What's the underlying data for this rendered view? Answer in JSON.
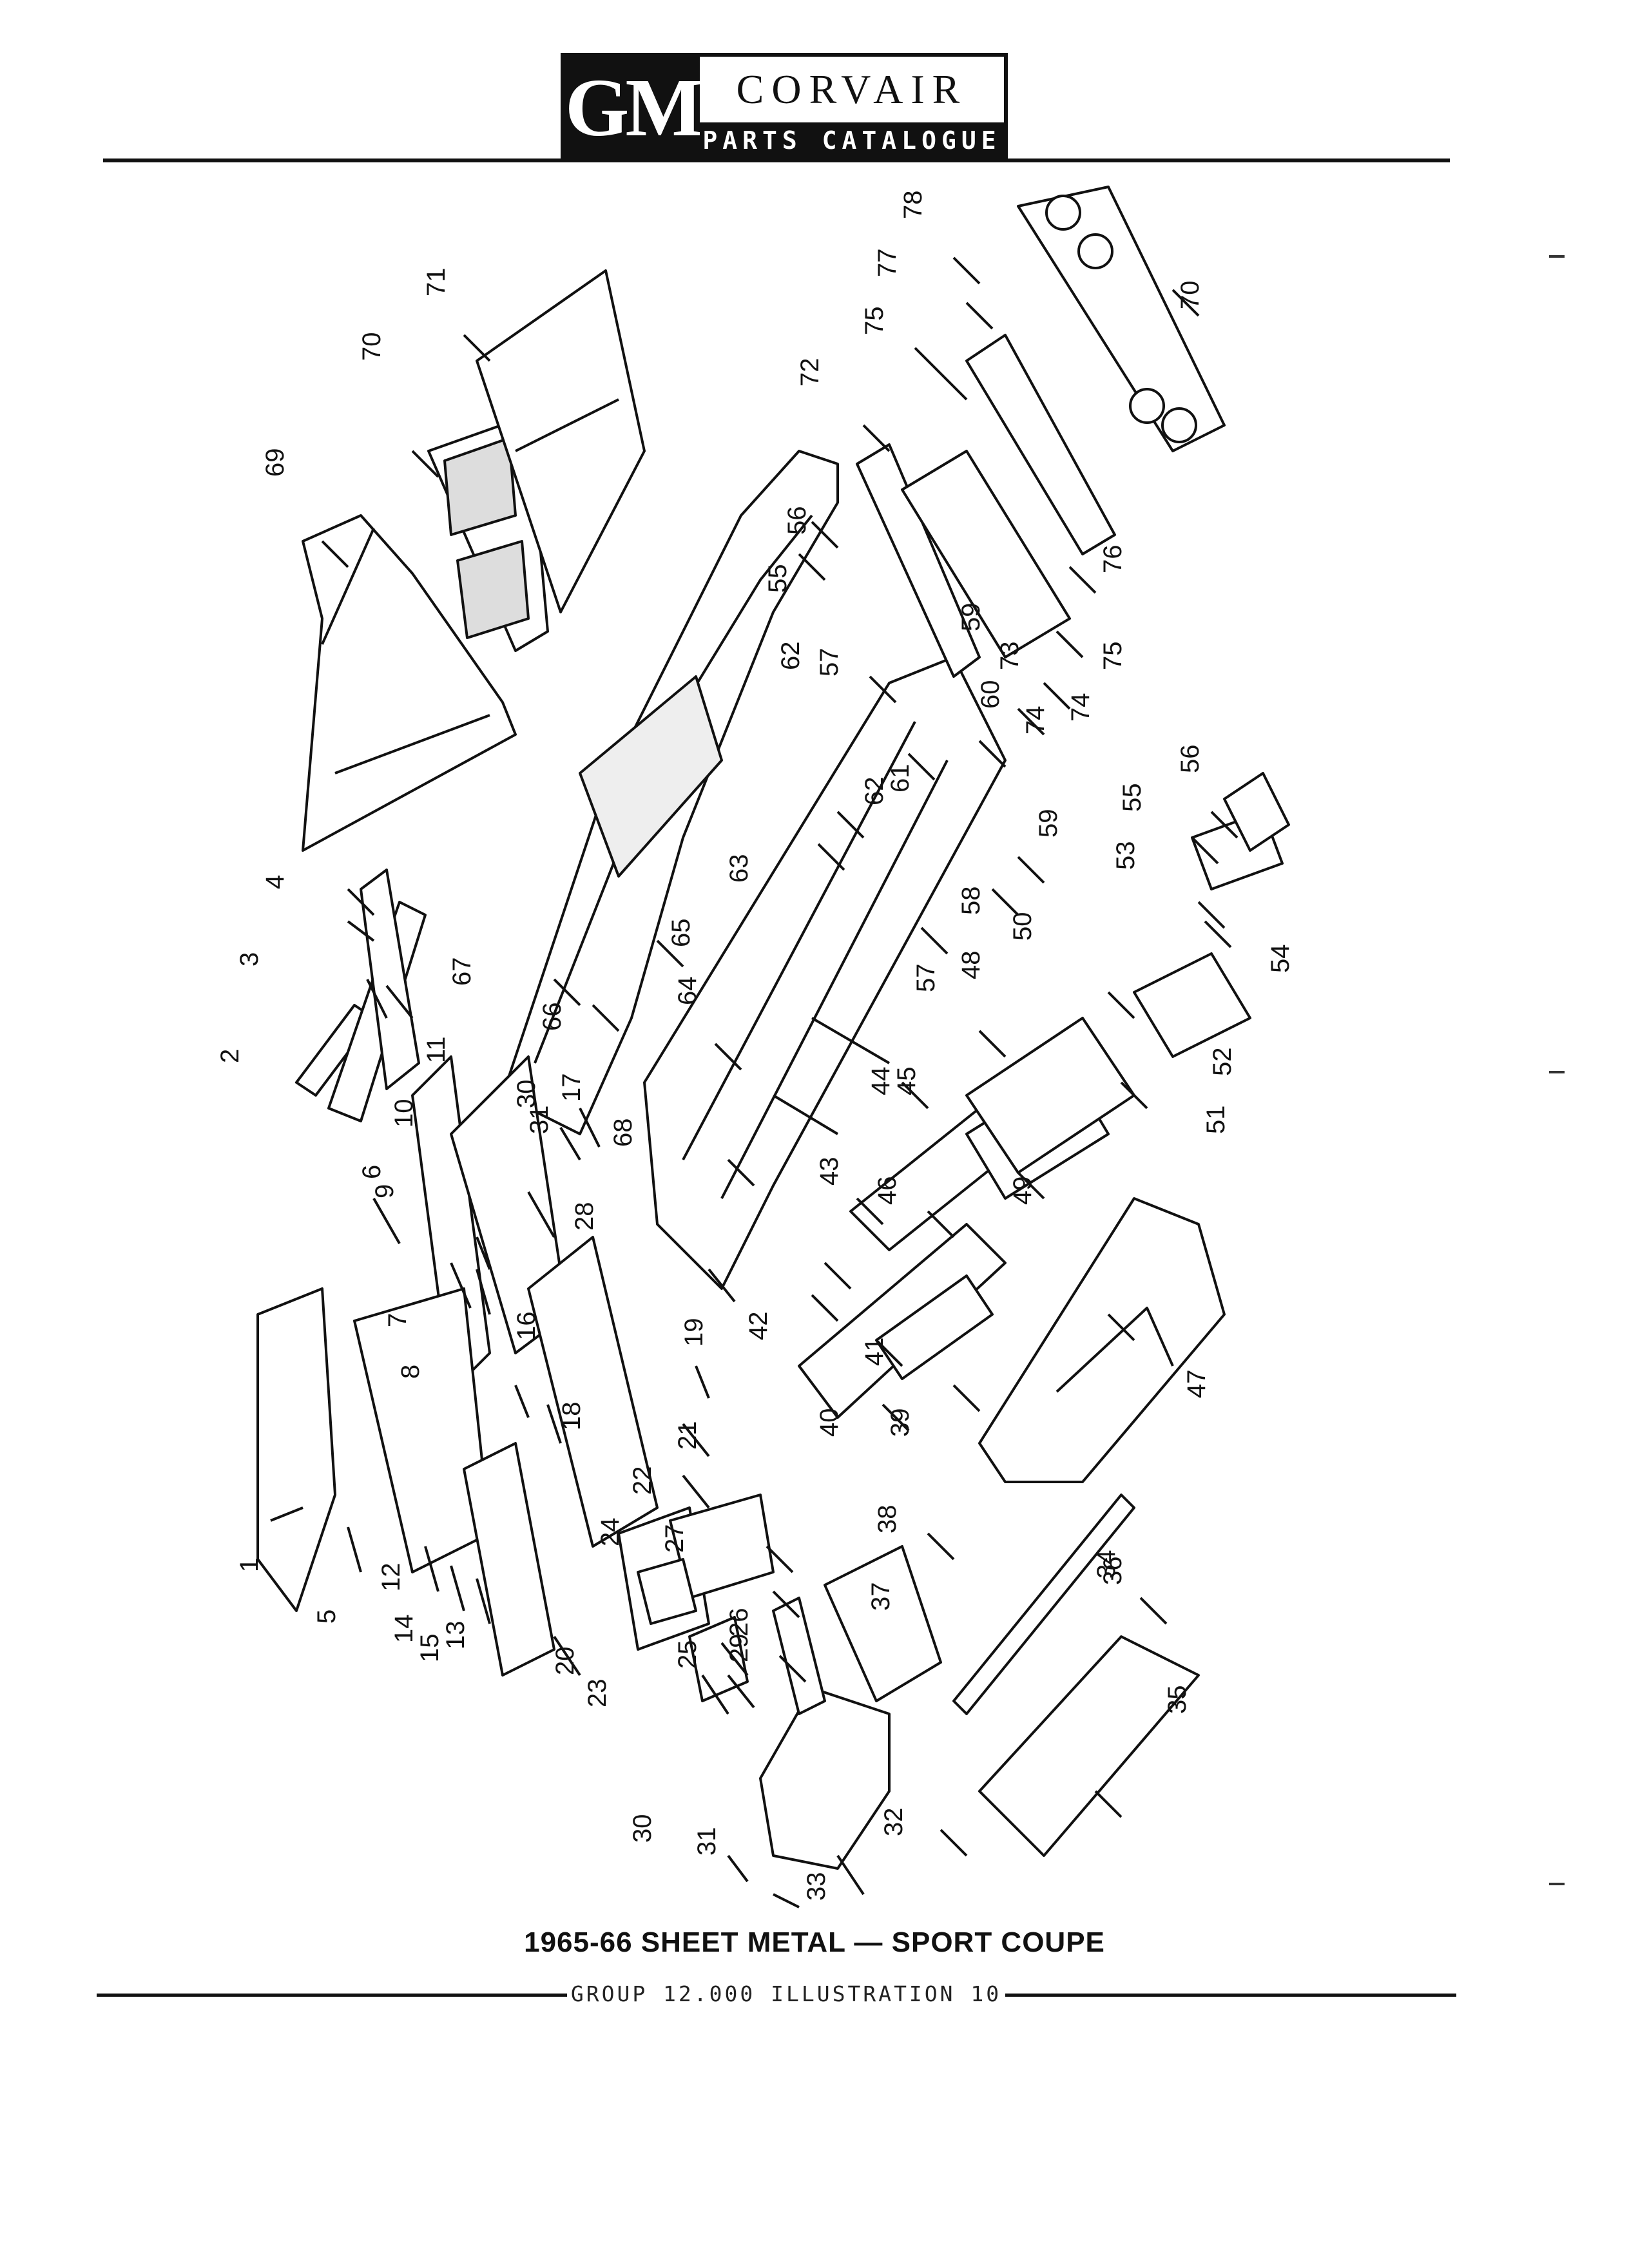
{
  "header": {
    "brand": "GM",
    "model": "CORVAIR",
    "catalogue": "PARTS CATALOGUE"
  },
  "diagram": {
    "callouts": [
      {
        "n": "1"
      },
      {
        "n": "2"
      },
      {
        "n": "3"
      },
      {
        "n": "4"
      },
      {
        "n": "5"
      },
      {
        "n": "6"
      },
      {
        "n": "7"
      },
      {
        "n": "8"
      },
      {
        "n": "9"
      },
      {
        "n": "10"
      },
      {
        "n": "11"
      },
      {
        "n": "12"
      },
      {
        "n": "13"
      },
      {
        "n": "14"
      },
      {
        "n": "15"
      },
      {
        "n": "16"
      },
      {
        "n": "17"
      },
      {
        "n": "18"
      },
      {
        "n": "19"
      },
      {
        "n": "20"
      },
      {
        "n": "21"
      },
      {
        "n": "22"
      },
      {
        "n": "23"
      },
      {
        "n": "24"
      },
      {
        "n": "25"
      },
      {
        "n": "26"
      },
      {
        "n": "27"
      },
      {
        "n": "28"
      },
      {
        "n": "29"
      },
      {
        "n": "30"
      },
      {
        "n": "31"
      },
      {
        "n": "30"
      },
      {
        "n": "31"
      },
      {
        "n": "32"
      },
      {
        "n": "33"
      },
      {
        "n": "34"
      },
      {
        "n": "35"
      },
      {
        "n": "36"
      },
      {
        "n": "37"
      },
      {
        "n": "38"
      },
      {
        "n": "39"
      },
      {
        "n": "40"
      },
      {
        "n": "41"
      },
      {
        "n": "42"
      },
      {
        "n": "43"
      },
      {
        "n": "44"
      },
      {
        "n": "45"
      },
      {
        "n": "46"
      },
      {
        "n": "47"
      },
      {
        "n": "48"
      },
      {
        "n": "49"
      },
      {
        "n": "50"
      },
      {
        "n": "51"
      },
      {
        "n": "52"
      },
      {
        "n": "53"
      },
      {
        "n": "54"
      },
      {
        "n": "55"
      },
      {
        "n": "56"
      },
      {
        "n": "55"
      },
      {
        "n": "56"
      },
      {
        "n": "57"
      },
      {
        "n": "57"
      },
      {
        "n": "58"
      },
      {
        "n": "59"
      },
      {
        "n": "59"
      },
      {
        "n": "60"
      },
      {
        "n": "61"
      },
      {
        "n": "62"
      },
      {
        "n": "62"
      },
      {
        "n": "63"
      },
      {
        "n": "64"
      },
      {
        "n": "65"
      },
      {
        "n": "66"
      },
      {
        "n": "67"
      },
      {
        "n": "68"
      },
      {
        "n": "69"
      },
      {
        "n": "70"
      },
      {
        "n": "70"
      },
      {
        "n": "71"
      },
      {
        "n": "72"
      },
      {
        "n": "73"
      },
      {
        "n": "74"
      },
      {
        "n": "74"
      },
      {
        "n": "75"
      },
      {
        "n": "75"
      },
      {
        "n": "76"
      },
      {
        "n": "77"
      },
      {
        "n": "78"
      }
    ]
  },
  "caption": "1965-66 SHEET METAL — SPORT COUPE",
  "footer": "GROUP 12.000 ILLUSTRATION 10"
}
